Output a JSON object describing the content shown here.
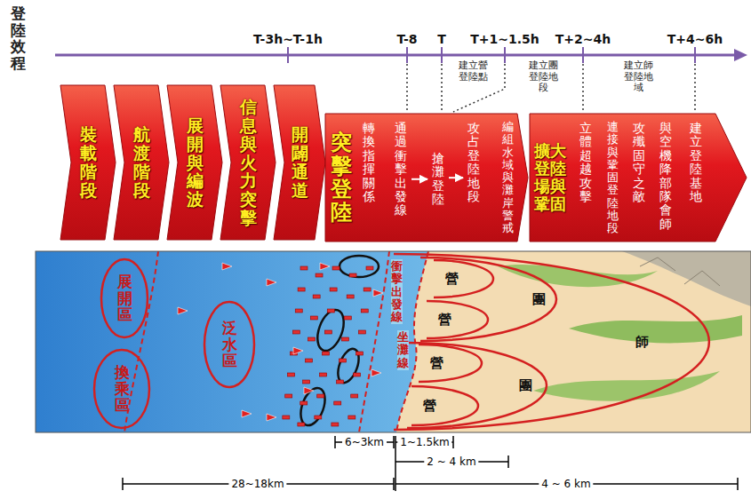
{
  "diagram": {
    "nodes": [
      {
        "text": [
          "裝載階段"
        ]
      },
      {
        "text": [
          "航渡階段"
        ]
      },
      {
        "text": [
          "展開與編波"
        ]
      },
      {
        "text": [
          "信息與火力突擊"
        ]
      },
      {
        "text": [
          "開闢通道"
        ]
      },
      {
        "text": [
          "突擊登陸"
        ]
      },
      {
        "text": [
          "轉換指揮關係"
        ],
        "in": 5
      },
      {
        "text": [
          "通過衝擊出發線"
        ],
        "in": 5
      },
      {
        "text": [
          "搶灘登陸"
        ],
        "in": 5
      },
      {
        "text": [
          "攻占登陸地段"
        ],
        "in": 5
      },
      {
        "text": [
          "編組水域與灘岸警戒"
        ],
        "in": 5
      },
      {
        "text": [
          "擴大登陸場與鞏固"
        ]
      },
      {
        "text": [
          "立體超越攻擊"
        ],
        "in": 11
      },
      {
        "text": [
          "連接與鞏固登陸地段"
        ],
        "in": 11
      },
      {
        "text": [
          "攻殲固守之敵"
        ],
        "in": 11
      },
      {
        "text": [
          "與空機降部隊會師"
        ],
        "in": 11
      },
      {
        "text": [
          "建立登陸基地"
        ],
        "in": 11
      },
      {
        "text": [
          "展開區"
        ]
      },
      {
        "text": [
          "換乘區"
        ]
      },
      {
        "text": [
          "泛水區"
        ]
      },
      {
        "text": [
          "師"
        ]
      },
      {
        "text": [
          "團"
        ],
        "in": 20
      },
      {
        "text": [
          "營"
        ],
        "in": 21
      },
      {
        "text": [
          "營"
        ],
        "in": 21
      },
      {
        "text": [
          "團"
        ],
        "in": 20
      },
      {
        "text": [
          "營"
        ],
        "in": 24
      },
      {
        "text": [
          "營"
        ],
        "in": 24
      }
    ],
    "edges": [
      {
        "from": 7,
        "to": 8,
        "arrow": "to"
      },
      {
        "from": 8,
        "to": 9,
        "arrow": "to"
      }
    ],
    "labels": [
      "登陸效程",
      "T-3h~T-1h",
      "T-8",
      "T",
      "T+1~1.5h",
      "T+2~4h",
      "T+4~6h",
      "建立營登陸點",
      "建立團登陸地段",
      "建立師登陸地域",
      "衝擊出發線",
      "坐灘線",
      "6~3km",
      "1~1.5km",
      "2 ~ 4 km",
      "28~18km",
      "4 ~ 6 km"
    ]
  }
}
